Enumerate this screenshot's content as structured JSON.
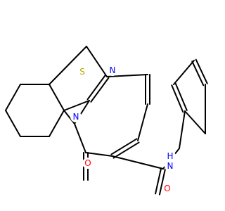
{
  "colors": {
    "bond": "#000000",
    "S": "#b3a800",
    "N": "#0000ff",
    "O": "#ff0000",
    "background": "#ffffff"
  },
  "atoms": [
    {
      "id": "S1",
      "symbol": "S",
      "color": "S"
    },
    {
      "id": "N1",
      "symbol": "N",
      "color": "N"
    },
    {
      "id": "N2",
      "symbol": "N",
      "color": "N"
    },
    {
      "id": "O1",
      "symbol": "O",
      "color": "O"
    },
    {
      "id": "O2",
      "symbol": "O",
      "color": "O"
    },
    {
      "id": "N3",
      "symbol": "N",
      "color": "N"
    },
    {
      "id": "H1",
      "symbol": "H",
      "color": "N"
    }
  ]
}
